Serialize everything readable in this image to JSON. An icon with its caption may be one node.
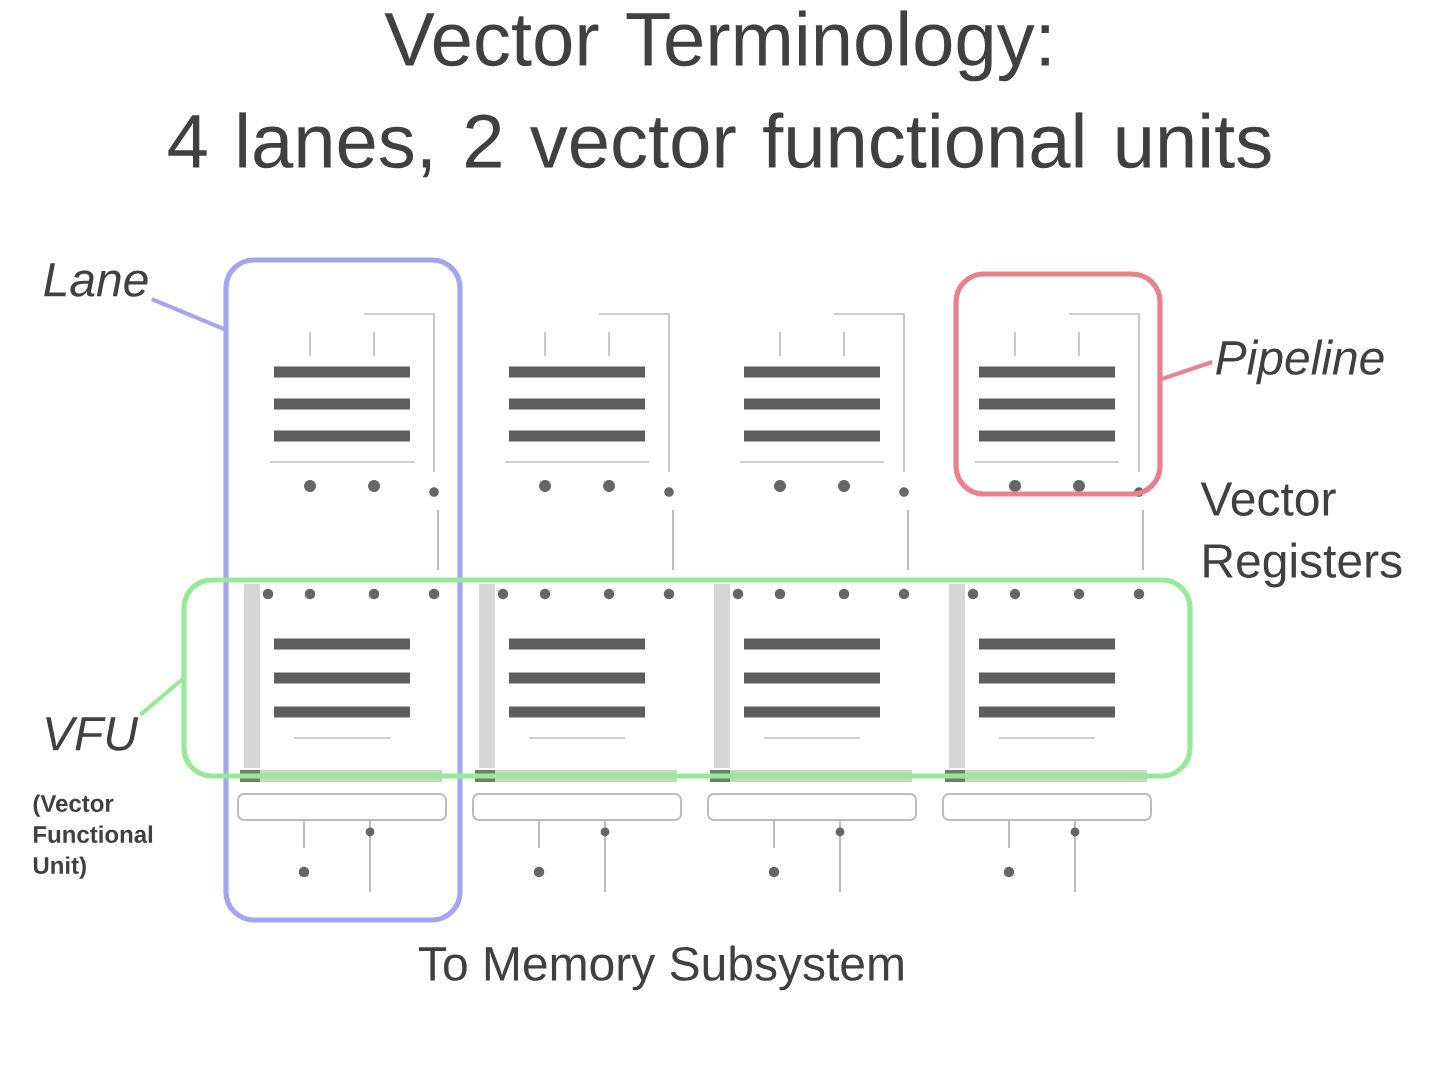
{
  "diagram": {
    "title": "Vector Terminology: 4 lanes, 2 vector functional units",
    "nodes": [
      {
        "text": [
          "Lane"
        ]
      },
      {
        "text": [],
        "shape": "box"
      },
      {
        "text": [
          "Pipeline"
        ]
      },
      {
        "text": [],
        "shape": "box"
      },
      {
        "text": [
          "VFU"
        ],
        "beside": [
          "(Vector Functional Unit)"
        ]
      },
      {
        "text": [],
        "shape": "box"
      }
    ],
    "edges": [
      {
        "from": 0,
        "to": 1,
        "arrow": "none",
        "color": "#a4a4f0"
      },
      {
        "from": 2,
        "to": 3,
        "arrow": "none",
        "color": "#e8808e"
      },
      {
        "from": 4,
        "to": 5,
        "arrow": "none",
        "color": "#96ea96"
      }
    ],
    "labels": [
      "Vector Registers",
      "To Memory Subsystem"
    ]
  }
}
